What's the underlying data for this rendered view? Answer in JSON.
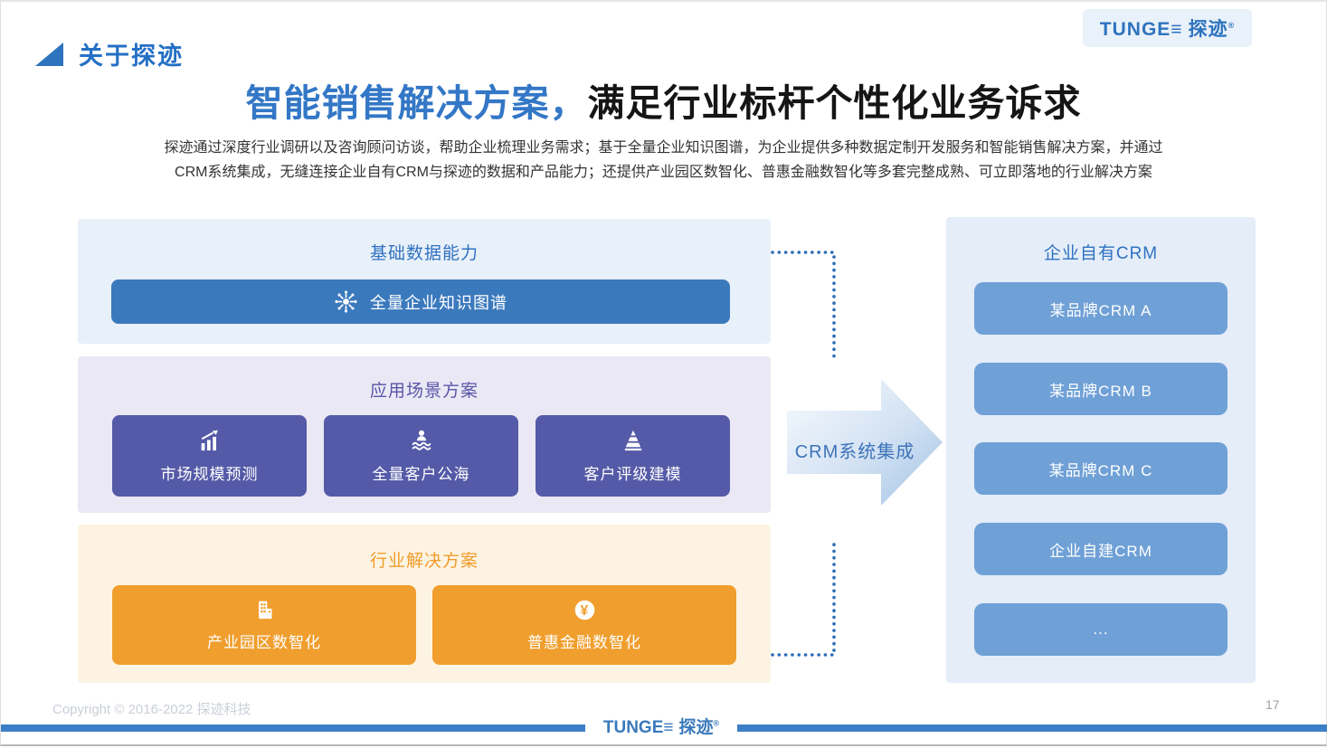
{
  "page": {
    "section_label": "关于探迹",
    "title_highlight": "智能销售解决方案，",
    "title_rest": "满足行业标杆个性化业务诉求",
    "description_line1": "探迹通过深度行业调研以及咨询顾问访谈，帮助企业梳理业务需求；基于全量企业知识图谱，为企业提供多种数据定制开发服务和智能销售解决方案，并通过",
    "description_line2": "CRM系统集成，无缝连接企业自有CRM与探迹的数据和产品能力；还提供产业园区数智化、普惠金融数智化等多套完整成熟、可立即落地的行业解决方案"
  },
  "logo": {
    "latin": "TUNGE≡",
    "cn": "探迹",
    "reg": "®"
  },
  "diagram": {
    "groups": [
      {
        "title": "基础数据能力",
        "items": [
          {
            "label": "全量企业知识图谱",
            "icon": "knowledge-graph-icon"
          }
        ]
      },
      {
        "title": "应用场景方案",
        "items": [
          {
            "label": "市场规模预测",
            "icon": "market-forecast-icon"
          },
          {
            "label": "全量客户公海",
            "icon": "customer-pool-icon"
          },
          {
            "label": "客户评级建模",
            "icon": "customer-rating-icon"
          }
        ]
      },
      {
        "title": "行业解决方案",
        "items": [
          {
            "label": "产业园区数智化",
            "icon": "industrial-park-icon"
          },
          {
            "label": "普惠金融数智化",
            "icon": "inclusive-finance-icon",
            "symbol": "¥"
          }
        ]
      }
    ],
    "arrow_label": "CRM系统集成",
    "crm_panel": {
      "title": "企业自有CRM",
      "items": [
        {
          "label": "某品牌CRM A"
        },
        {
          "label": "某品牌CRM B"
        },
        {
          "label": "某品牌CRM C"
        },
        {
          "label": "企业自建CRM"
        },
        {
          "label": "..."
        }
      ]
    }
  },
  "footer": {
    "copyright": "Copyright © 2016-2022 探迹科技",
    "page_number": "17"
  },
  "colors": {
    "accent_blue": "#2e73bd",
    "title_blue": "#3377c6",
    "basic_panel_bg": "#e8f0f9",
    "basic_button": "#3b79bd",
    "apps_panel_bg": "#eae8f4",
    "apps_button": "#545aa7",
    "industry_panel_bg": "#fdf3e2",
    "industry_button": "#f09e2d",
    "crm_panel_bg": "#e4edf8",
    "crm_button": "#6fa0d6",
    "connector_blue": "#2d6db6",
    "bottom_bar_blue": "#3c7fc6"
  }
}
